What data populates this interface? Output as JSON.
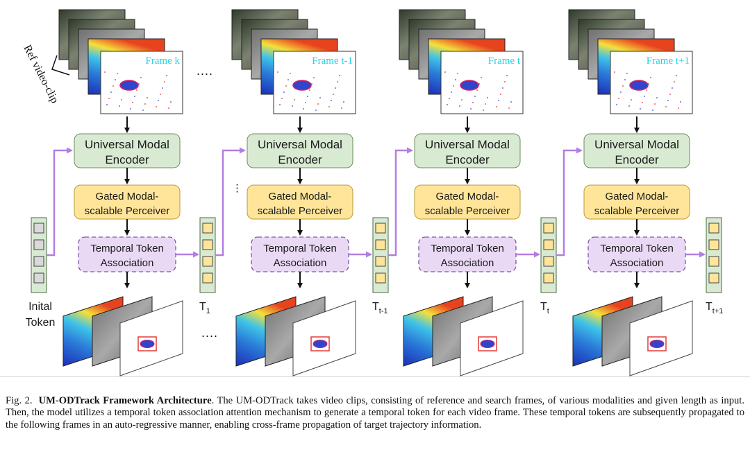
{
  "ref_clip_label": "Ref video-clip",
  "ellipsis": "....",
  "v_ellipsis": "⋮",
  "stages": [
    {
      "frame_label": "Frame k"
    },
    {
      "frame_label": "Frame t-1"
    },
    {
      "frame_label": "Frame t"
    },
    {
      "frame_label": "Frame t+1"
    }
  ],
  "blocks": {
    "encoder_line1": "Universal Modal",
    "encoder_line2": "Encoder",
    "perceiver_line1": "Gated Modal-",
    "perceiver_line2": "scalable Perceiver",
    "association_line1": "Temporal Token",
    "association_line2": "Association"
  },
  "tokens": [
    {
      "main": "Inital",
      "main2": "Token",
      "sub": ""
    },
    {
      "main": "T",
      "sub": "1"
    },
    {
      "main": "T",
      "sub": "t-1"
    },
    {
      "main": "T",
      "sub": "t"
    },
    {
      "main": "T",
      "sub": "t+1"
    }
  ],
  "colors": {
    "encoder_fill": "#d9ead3",
    "perceiver_fill": "#ffe599",
    "association_fill": "#ead9f5",
    "token_fill": "#ffe599",
    "init_token_fill": "#d9d9d9",
    "token_bar_fill": "#d9ead3",
    "purple_arrow": "#b27ee0",
    "frame_label": "#22d3e6"
  },
  "caption": {
    "fig": "Fig. 2.",
    "title": "UM-ODTrack Framework Architecture",
    "text": ". The UM-ODTrack takes video clips, consisting of reference and search frames, of various modalities and given length as input. Then, the model utilizes a temporal token association attention mechanism to generate a temporal token for each video frame. These temporal tokens are subsequently propagated to the following frames in an auto-regressive manner, enabling cross-frame propagation of target trajectory information."
  }
}
